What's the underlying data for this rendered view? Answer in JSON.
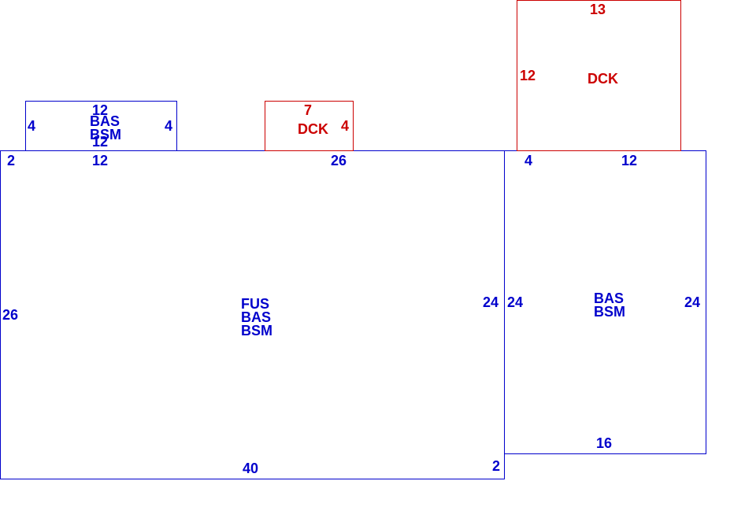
{
  "colors": {
    "living_area": "#0000cc",
    "deck": "#cc0000",
    "background": "#ffffff"
  },
  "sketch": {
    "main_section": {
      "codes": [
        "FUS",
        "BAS",
        "BSM"
      ],
      "dims": {
        "top_left": "2",
        "top": "12",
        "top_right": "26",
        "left": "26",
        "right": "24",
        "bottom": "40",
        "bottom_right": "2"
      }
    },
    "small_addition": {
      "codes": [
        "BAS",
        "BSM"
      ],
      "dims": {
        "top": "12",
        "left": "4",
        "right": "4",
        "bottom": "12"
      }
    },
    "deck_small": {
      "codes": [
        "DCK"
      ],
      "dims": {
        "top": "7",
        "right": "4"
      }
    },
    "deck_large": {
      "codes": [
        "DCK"
      ],
      "dims": {
        "top": "13",
        "left": "12"
      }
    },
    "right_section": {
      "codes": [
        "BAS",
        "BSM"
      ],
      "dims": {
        "top_left": "4",
        "top": "12",
        "left": "24",
        "right": "24",
        "bottom": "16"
      }
    }
  }
}
